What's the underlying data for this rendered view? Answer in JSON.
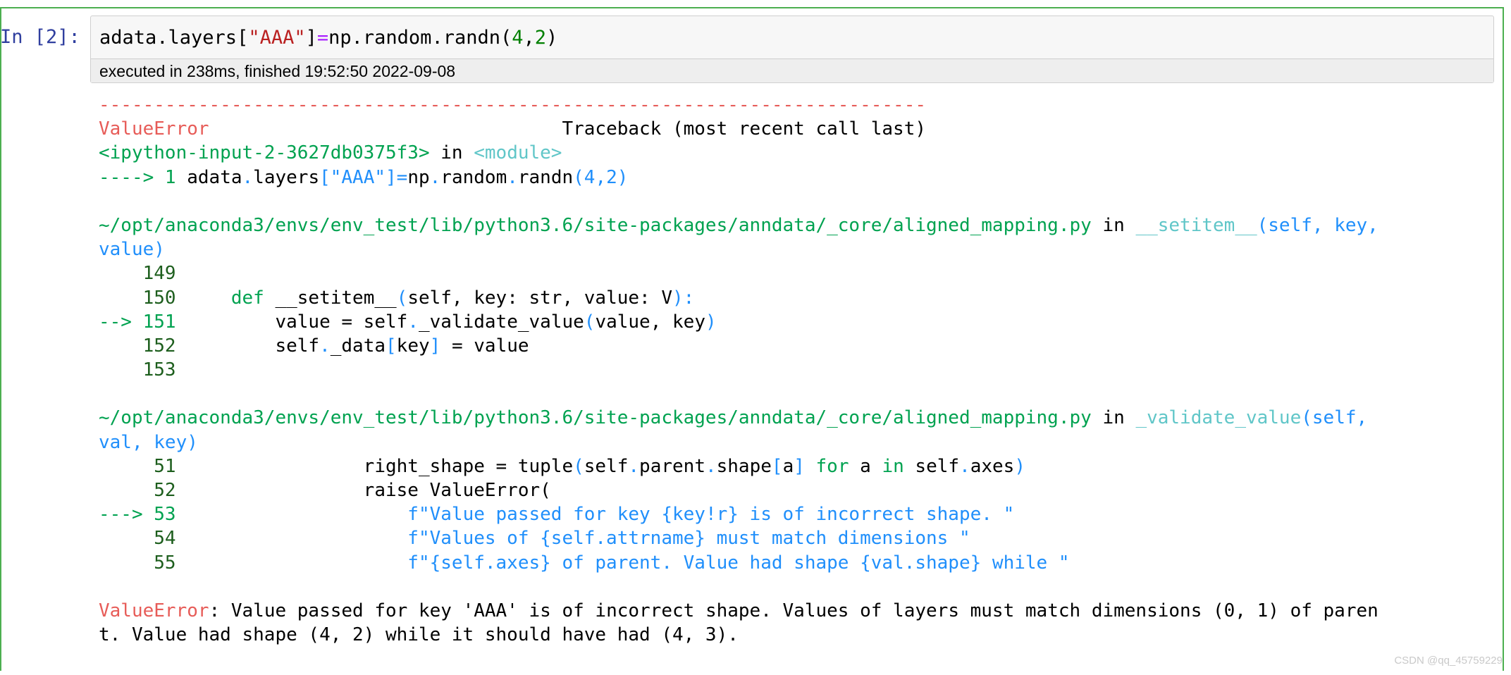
{
  "cell": {
    "prompt": "In [2]:",
    "code": {
      "t1": "adata.layers[",
      "t2": "\"AAA\"",
      "t3": "]",
      "t4": "=",
      "t5": "np.random.randn(",
      "t6": "4",
      "t7": ",",
      "t8": "2",
      "t9": ")"
    },
    "exec_info": "executed in 238ms, finished 19:52:50 2022-09-08"
  },
  "traceback": {
    "separator": "---------------------------------------------------------------------------",
    "error_name": "ValueError",
    "header_gap": "                                ",
    "header_right": "Traceback (most recent call last)",
    "frame0": {
      "file": "<ipython-input-2-3627db0375f3>",
      "in_word": " in ",
      "func": "<module>",
      "arrow": "----> 1 ",
      "c1": "adata",
      "c2": ".",
      "c3": "layers",
      "c4": "[\"AAA\"]",
      "c5": "=",
      "c6": "np",
      "c7": ".",
      "c8": "random",
      "c9": ".",
      "c10": "randn",
      "c11": "(4,2)"
    },
    "frame1": {
      "file": "~/opt/anaconda3/envs/env_test/lib/python3.6/site-packages/anndata/_core/aligned_mapping.py",
      "in_word": " in ",
      "func_a": "__setitem__",
      "func_b": "(self, key,",
      "func_c": "value)",
      "l149": "    149",
      "l150": "    150",
      "l150_code_a": "     def ",
      "l150_code_b": "__setitem__",
      "l150_code_c": "(",
      "l150_code_d": "self, key: str, value: V",
      "l150_code_e": "):",
      "arrow151": "--> 151",
      "l151_a": "         value = self",
      "l151_b": ".",
      "l151_c": "_validate_value",
      "l151_d": "(",
      "l151_e": "value, key",
      "l151_f": ")",
      "l152": "    152",
      "l152_a": "         self",
      "l152_b": ".",
      "l152_c": "_data",
      "l152_d": "[",
      "l152_e": "key",
      "l152_f": "]",
      "l152_g": " = value",
      "l153": "    153"
    },
    "frame2": {
      "file": "~/opt/anaconda3/envs/env_test/lib/python3.6/site-packages/anndata/_core/aligned_mapping.py",
      "in_word": " in ",
      "func_a": "_validate_value",
      "func_b": "(self,",
      "func_c": "val, key)",
      "l51": "     51",
      "l51_a": "                 right_shape = tuple",
      "l51_b": "(",
      "l51_c": "self",
      "l51_d": ".",
      "l51_e": "parent",
      "l51_f": ".",
      "l51_g": "shape",
      "l51_h": "[",
      "l51_i": "a",
      "l51_j": "]",
      "l51_k": " for",
      "l51_l": " a",
      "l51_m": " in",
      "l51_n": " self",
      "l51_o": ".",
      "l51_p": "axes",
      "l51_q": ")",
      "l52": "     52",
      "l52_a": "                 raise ValueError(",
      "arrow53": "---> 53",
      "l53_a": "                     f\"Value passed for key {key!r} is of incorrect shape. \"",
      "l54": "     54",
      "l54_a": "                     f\"Values of {self.attrname} must match dimensions \"",
      "l55": "     55",
      "l55_a": "                     f\"{self.axes} of parent. Value had shape {val.shape} while \""
    },
    "final_error_name": "ValueError",
    "final_msg_1": ": Value passed for key 'AAA' is of incorrect shape. Values of layers must match dimensions (0, 1) of paren",
    "final_msg_2": "t. Value had shape (4, 2) while it should have had (4, 3)."
  },
  "watermark": "CSDN @qq_45759229"
}
